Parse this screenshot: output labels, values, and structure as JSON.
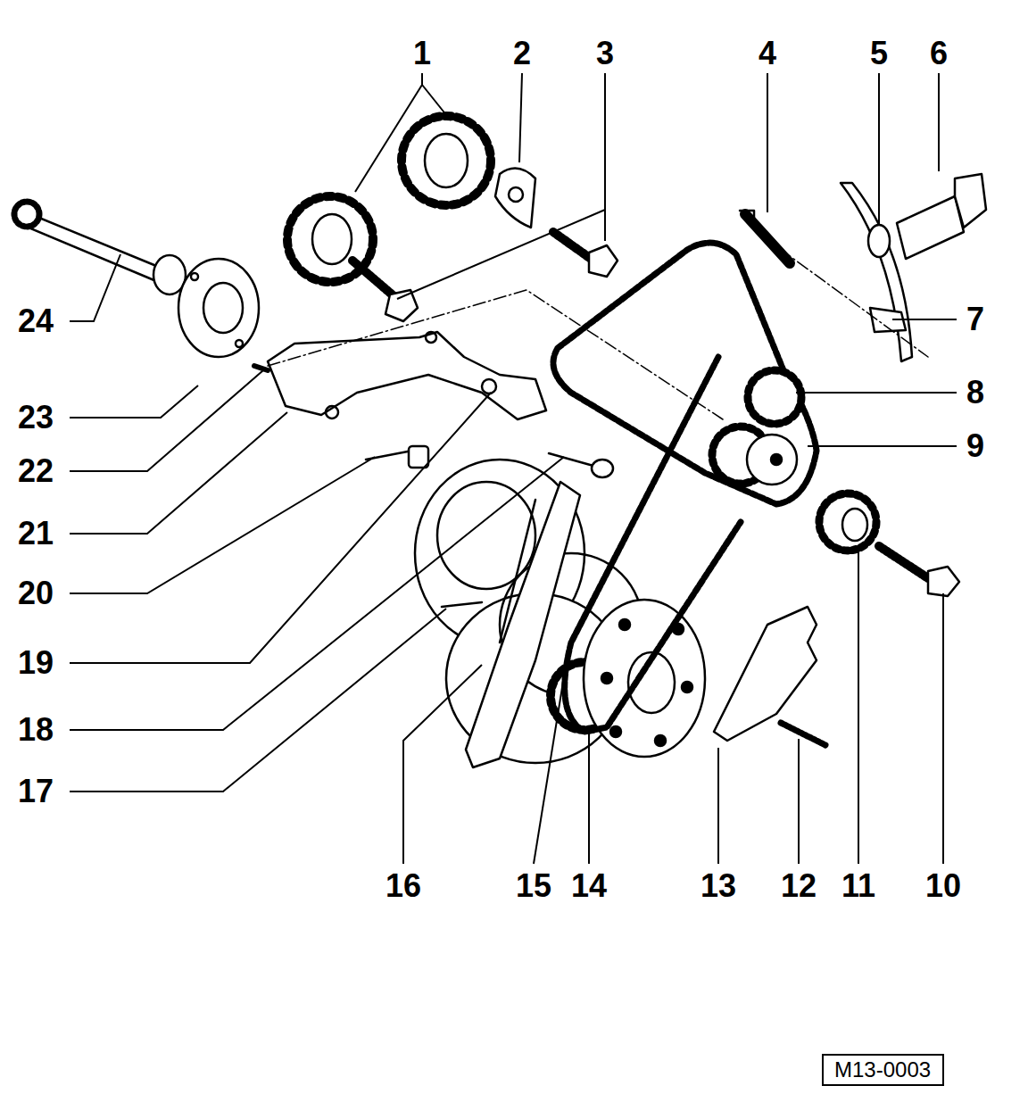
{
  "diagram": {
    "nodes": [
      {
        "text": [
          "M13-0003"
        ]
      }
    ],
    "labels": [
      "1",
      "2",
      "3",
      "4",
      "5",
      "6",
      "7",
      "8",
      "9",
      "10",
      "11",
      "12",
      "13",
      "14",
      "15",
      "16",
      "17",
      "18",
      "19",
      "20",
      "21",
      "22",
      "23",
      "24"
    ]
  }
}
